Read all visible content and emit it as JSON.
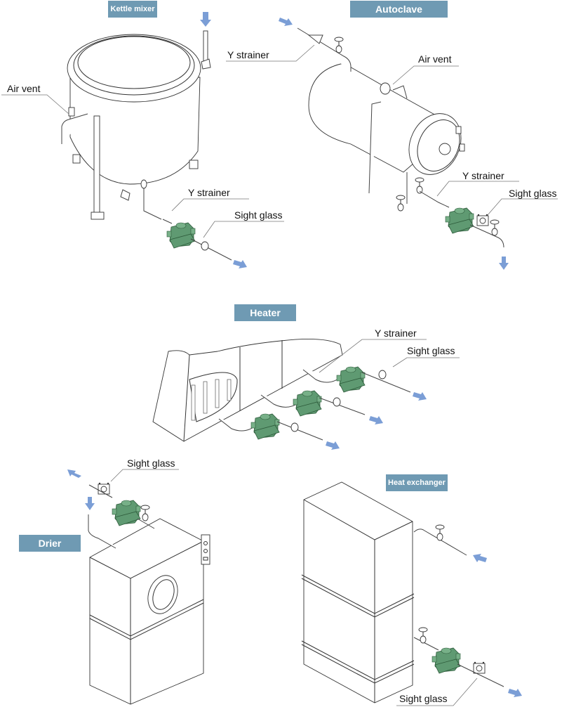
{
  "diagram": {
    "type": "steam-trap-application-illustrations",
    "colors": {
      "badge_background": "#6f9ab3",
      "badge_text": "#ffffff",
      "trap_green": "#5f9a72",
      "flow_arrow": "#7b9ed6"
    },
    "sections": [
      {
        "id": "kettle-mixer",
        "title": "Kettle mixer",
        "callouts": [
          "Air vent",
          "Y strainer",
          "Sight glass"
        ]
      },
      {
        "id": "autoclave",
        "title": "Autoclave",
        "callouts": [
          "Y strainer",
          "Air vent",
          "Y strainer",
          "Sight glass"
        ]
      },
      {
        "id": "heater",
        "title": "Heater",
        "callouts": [
          "Y strainer",
          "Sight glass"
        ]
      },
      {
        "id": "drier",
        "title": "Drier",
        "callouts": [
          "Sight glass"
        ]
      },
      {
        "id": "heat-exchanger",
        "title": "Heat exchanger",
        "callouts": [
          "Sight glass"
        ]
      }
    ]
  }
}
